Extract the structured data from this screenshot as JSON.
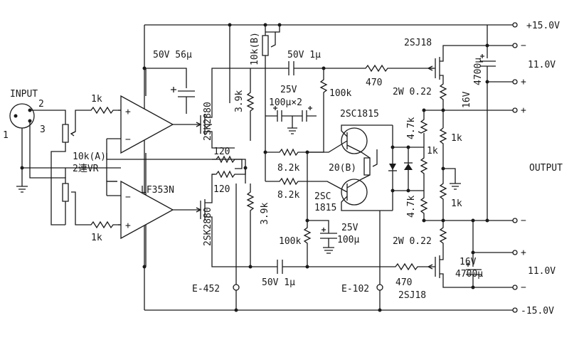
{
  "labels": {
    "input": "INPUT",
    "xlr_pin1": "1",
    "xlr_pin2": "2",
    "xlr_pin3": "3",
    "r_in_top": "1k",
    "r_in_bot": "1k",
    "vr_a": "10k(A)",
    "vr_a_sub": "2連VR",
    "vr_b": "10k(B)",
    "c_56u": "50V 56μ",
    "c_top_1u": "50V 1μ",
    "c_bot_1u": "50V 1μ",
    "c_100u_x2_v": "25V",
    "c_100u_x2": "100μ×2",
    "c_bot_100u_v": "25V",
    "c_bot_100u": "100μ",
    "r_470_top": "470",
    "r_470_bot": "470",
    "r_100k_top": "100k",
    "r_100k_bot": "100k",
    "r_39k_top": "3.9k",
    "r_39k_bot": "3.9k",
    "r_120_top": "120",
    "r_120_bot": "120",
    "r_82k_top": "8.2k",
    "r_82k_bot": "8.2k",
    "vr_20b": "20(B)",
    "q_2sk_top": "2SK2880",
    "q_2sk_bot": "2SK2880",
    "q_2sc_top": "2SC1815",
    "q_2sc_bot_a": "2SC",
    "q_2sc_bot_b": "1815",
    "opamp": "LF353N",
    "q_2sj_top": "2SJ18",
    "q_2sj_bot": "2SJ18",
    "r_2w_top": "2W 0.22",
    "r_2w_bot": "2W 0.22",
    "c_4700_top_v": "16V",
    "c_4700_top": "4700μ",
    "c_4700_bot_v": "16V",
    "c_4700_bot": "4700μ",
    "r_47k_top": "4.7k",
    "r_47k_bot": "4.7k",
    "r_1k_mid": "1k",
    "r_1k_a": "1k",
    "r_1k_b": "1k",
    "v_pos15": "+15.0V",
    "v_neg15": "-15.0V",
    "v_11_top": "11.0V",
    "v_11_bot": "11.0V",
    "sym_plus_1": "+",
    "sym_plus_2": "+",
    "sym_plus_3": "+",
    "sym_minus_1": "−",
    "sym_minus_2": "−",
    "sym_minus_3": "−",
    "output": "OUTPUT",
    "e452": "E-452",
    "e102": "E-102",
    "op_top_plus": "+",
    "op_top_minus": "−",
    "op_bot_plus": "+",
    "op_bot_minus": "−"
  }
}
